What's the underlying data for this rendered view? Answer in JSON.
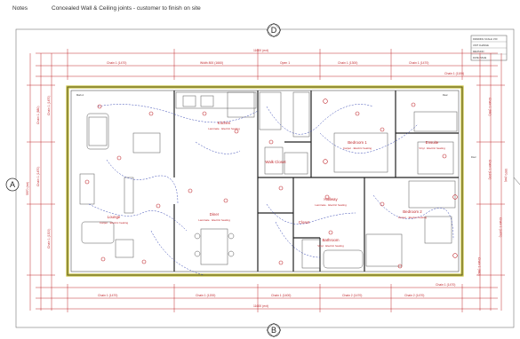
{
  "notes": {
    "label": "Notes",
    "text": "Concealed Wall & Ceiling joints - customer to finish on site"
  },
  "section_markers": {
    "top": "D",
    "left": "A",
    "bottom": "B"
  },
  "rooms": [
    {
      "key": "lounge",
      "name": "Lounge",
      "sub": "Carpet\nElectric heating"
    },
    {
      "key": "kitchen",
      "name": "Kitchen",
      "sub": "Laminate\nElectric heating"
    },
    {
      "key": "diner",
      "name": "Diner",
      "sub": "Laminate\nElectric heating"
    },
    {
      "key": "bedroom1",
      "name": "Bedroom 1",
      "sub": "Carpet\nElectric heating"
    },
    {
      "key": "ensuite",
      "name": "Ensuite",
      "sub": "Vinyl\nElectric heating"
    },
    {
      "key": "hallway",
      "name": "Hallway",
      "sub": "Laminate\nElectric heating"
    },
    {
      "key": "bathroom",
      "name": "Bathroom",
      "sub": "Vinyl\nElectric heating"
    },
    {
      "key": "bedroom2",
      "name": "Bedroom 2",
      "sub": "Carpet\nElectric heating"
    },
    {
      "key": "wcloset",
      "name": "Walk Closet",
      "sub": ""
    },
    {
      "key": "closet",
      "name": "Closet",
      "sub": ""
    }
  ],
  "overall_dims": {
    "top_length": "11600 (ext)",
    "bottom_length": "11600 (ext)",
    "left_width": "5970 (ext)",
    "right_width": "5970 (ext)"
  },
  "top_dims": [
    "Chain 1 (1470)",
    "Width 800 (1660)",
    "Open 1",
    "Chain 1 (1300)",
    "Chain 1 (1470)",
    "Chain 1 (1100)"
  ],
  "bottom_dims": [
    "Chain 1 (1470)",
    "Chain 1 (1200)",
    "Chain 1 (1400)",
    "Chain 2 (1470)",
    "Chain 2 (1470)",
    "Chain 1 (1470)"
  ],
  "left_dims": [
    "Chain 1 (880)",
    "Chain 1 (1470)",
    "Chain 1 (1300)",
    "Chain 1 (1470)"
  ],
  "right_dims": [
    "Chain 1 (990)",
    "Chain 1 (1200)",
    "Chain 1 (1470)",
    "Chain 1 (980)"
  ],
  "legend_box": [
    "DRAWING SCALE 1:50",
    "UNIT CHANGE",
    "REVISION",
    "DATE ISSUE"
  ],
  "labels": {
    "drive_side": "Mark A",
    "rear_note": "Rear",
    "door_label": "Door"
  },
  "colors": {
    "dimension": "#c0282d",
    "outer_wall": "#c9c23b",
    "wall_line": "#222222",
    "service": "#2e3fb0",
    "sheet_border": "#555555"
  }
}
